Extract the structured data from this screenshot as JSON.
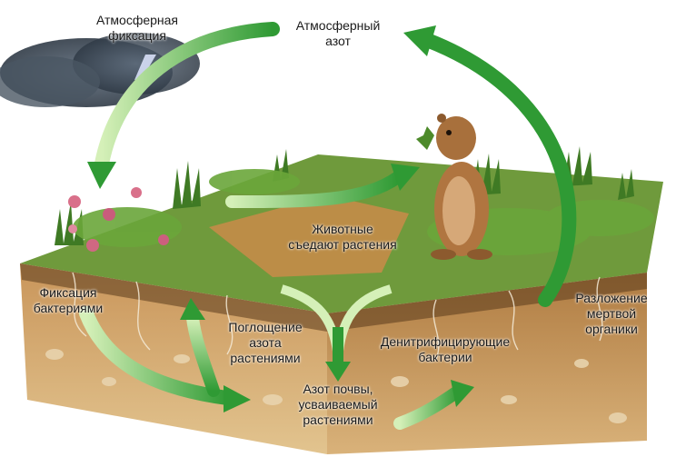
{
  "labels": {
    "atmospheric_fixation": "Атмосферная\nфиксация",
    "atmospheric_nitrogen": "Атмосферный\nазот",
    "animals_eat_plants": "Животные\nсъедают растения",
    "bacterial_fixation": "Фиксация\nбактериями",
    "plant_uptake": "Поглощение\nазота\nрастениями",
    "denitrifying_bacteria": "Денитрифицирующие\nбактерии",
    "decomposition": "Разложение\nмертвой\nорганики",
    "soil_nitrogen": "Азот почвы,\nусваиваемый\nрастениями"
  },
  "colors": {
    "arrow_green": "#2f9a34",
    "arrow_light": "#bfe6a0",
    "soil": "#c79a5c",
    "soil_dark": "#a87a40",
    "grass": "#4f8a2a",
    "cloud": "#3a4756",
    "animal": "#a8703c"
  },
  "icons": {
    "cloud": "storm-cloud-icon",
    "lightning": "lightning-icon",
    "animal": "gopher-icon",
    "flowers": "clover-flower-icon"
  }
}
